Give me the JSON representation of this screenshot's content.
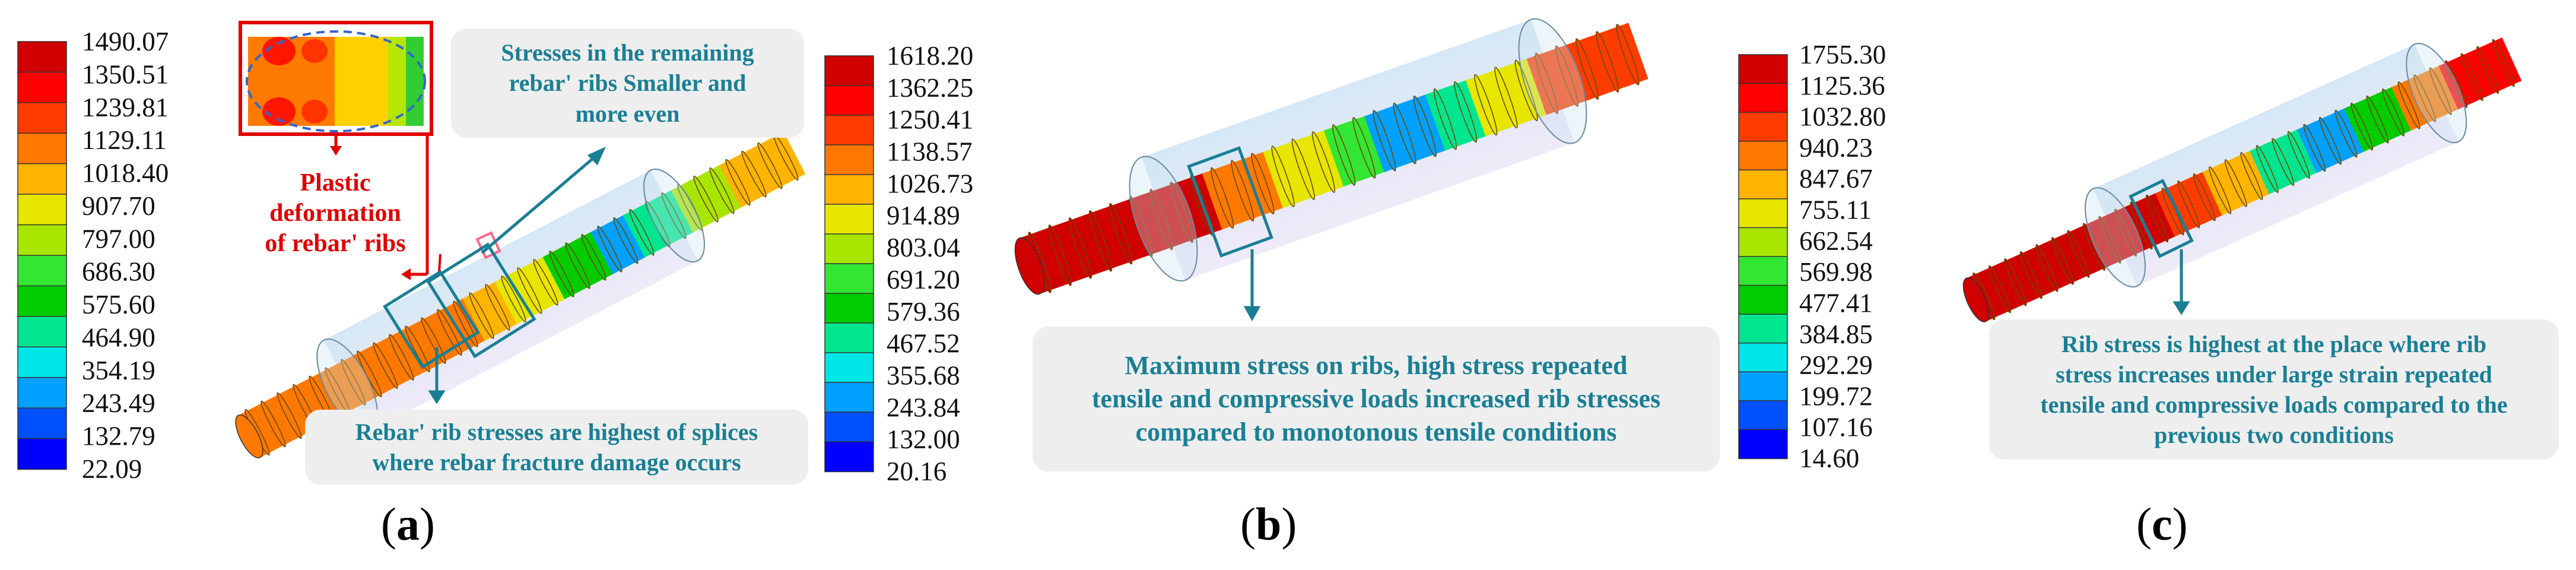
{
  "colors": {
    "scale": [
      "#0000ff",
      "#0050ff",
      "#00a0ff",
      "#00e6e6",
      "#00e690",
      "#00cc00",
      "#33e633",
      "#a8e600",
      "#e6e600",
      "#ffb400",
      "#ff7800",
      "#ff3c00",
      "#ff0000",
      "#d00000"
    ],
    "annotation": "#1a7f95",
    "highlight": "#e00000",
    "note_bg": "#eeeeee"
  },
  "panels": [
    {
      "id": "a",
      "caption": "a",
      "legend_labels": [
        "1490.07",
        "1350.51",
        "1239.81",
        "1129.11",
        "1018.40",
        "907.70",
        "797.00",
        "686.30",
        "575.60",
        "464.90",
        "354.19",
        "243.49",
        "132.79",
        "22.09"
      ],
      "notes": [
        {
          "lines": [
            "Stresses in the remaining",
            "rebar' ribs Smaller and",
            "more even"
          ]
        },
        {
          "lines": [
            "Rebar' rib stresses are highest of splices",
            "where rebar fracture damage occurs"
          ]
        }
      ],
      "inset_note": [
        "Plastic",
        "deformation",
        "of rebar' ribs"
      ]
    },
    {
      "id": "b",
      "caption": "b",
      "legend_labels": [
        "1618.20",
        "1362.25",
        "1250.41",
        "1138.57",
        "1026.73",
        "914.89",
        "803.04",
        "691.20",
        "579.36",
        "467.52",
        "355.68",
        "243.84",
        "132.00",
        "20.16"
      ],
      "notes": [
        {
          "lines": [
            "Maximum stress on ribs, high stress repeated",
            "tensile and compressive loads increased rib stresses",
            "compared to monotonous tensile conditions"
          ]
        }
      ]
    },
    {
      "id": "c",
      "caption": "c",
      "legend_labels": [
        "1755.30",
        "1125.36",
        "1032.80",
        "940.23",
        "847.67",
        "755.11",
        "662.54",
        "569.98",
        "477.41",
        "384.85",
        "292.29",
        "199.72",
        "107.16",
        "14.60"
      ],
      "notes": [
        {
          "lines": [
            "Rib stress is highest at the place where rib",
            "stress increases under large strain repeated",
            "tensile and compressive loads compared to the",
            "previous two conditions"
          ]
        }
      ]
    }
  ]
}
